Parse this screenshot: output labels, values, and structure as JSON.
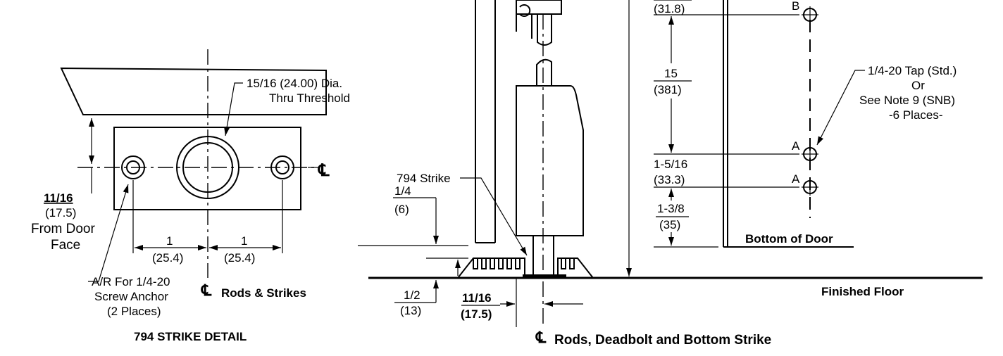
{
  "strike_detail": {
    "title": "794 STRIKE DETAIL",
    "hole_callout": [
      "15/16 (24.00) Dia.",
      "Thru Threshold"
    ],
    "cl_symbol": "℄",
    "offset_dim": "11/16",
    "offset_dim_mm": "(17.5)",
    "offset_note": [
      "From Door",
      "Face"
    ],
    "spacing_dim": "1",
    "spacing_dim_mm": "(25.4)",
    "anchor_note": [
      "A/R For 1/4-20",
      "Screw Anchor",
      "(2 Places)"
    ],
    "bottom_cl_label": "Rods & Strikes"
  },
  "elevation": {
    "strike_label": "794 Strike",
    "dim_quarter": "1/4",
    "dim_quarter_mm": "(6)",
    "dim_half": "1/2",
    "dim_half_mm": "(13)",
    "dim_offset": "11/16",
    "dim_offset_mm": "(17.5)",
    "cl_label": "Rods, Deadbolt and Bottom Strike",
    "floor_label": "Finished Floor"
  },
  "door_edge": {
    "dim_top": "(31.8)",
    "dim_15": "15",
    "dim_15_mm": "(381)",
    "dim_1516": "1-5/16",
    "dim_1516_mm": "(33.3)",
    "dim_138": "1-3/8",
    "dim_138_mm": "(35)",
    "label_b": "B",
    "label_a1": "A",
    "label_a2": "A",
    "tap_note": [
      "1/4-20 Tap (Std.)",
      "Or",
      "See Note 9 (SNB)",
      "-6 Places-"
    ],
    "bottom_label": "Bottom of Door"
  }
}
